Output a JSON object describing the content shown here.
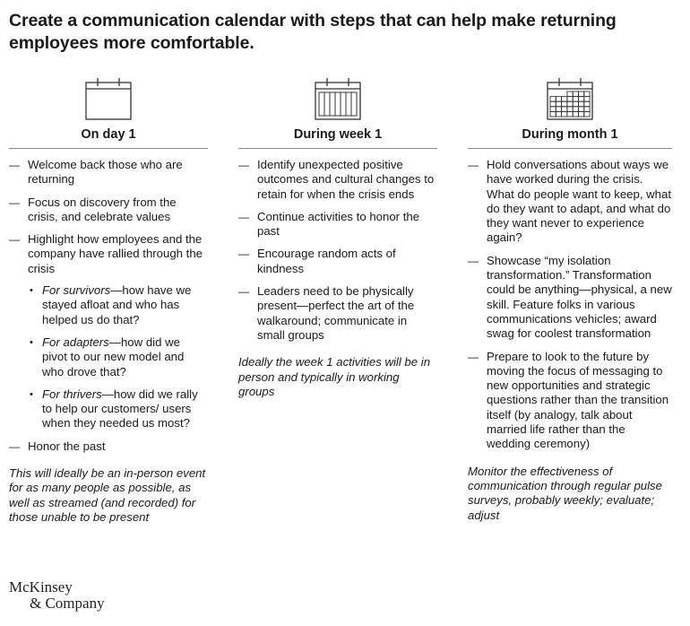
{
  "title": "Create a communication calendar with steps that can help make returning employees more comfortable.",
  "columns": [
    {
      "icon": "calendar-blank-icon",
      "heading": "On day 1",
      "items": [
        "Welcome back those who are returning",
        "Focus on discovery from the crisis, and celebrate values",
        "Highlight how employees and the company have rallied through the crisis",
        "Honor the past"
      ],
      "subitems": [
        {
          "label": "For survivors",
          "text": "—how have we stayed afloat and who has helped us do that?"
        },
        {
          "label": "For adapters",
          "text": "—how did we pivot to our new model and who drove that?"
        },
        {
          "label": "For thrivers",
          "text": "—how did we rally to help our customers/ users when they needed us most?"
        }
      ],
      "note": "This will ideally be an in-person event for as many people as possible, as well as streamed (and recorded) for those unable to be present"
    },
    {
      "icon": "calendar-week-icon",
      "heading": "During week 1",
      "items": [
        "Identify unexpected positive outcomes and cultural changes to retain for when the crisis ends",
        "Continue activities to honor the past",
        "Encourage random acts of kindness",
        "Leaders need to be physically present—perfect the art of the walkaround; communicate in small groups"
      ],
      "note": "Ideally the week 1 activities will be in person and typically in working groups"
    },
    {
      "icon": "calendar-month-icon",
      "heading": "During month 1",
      "items": [
        "Hold conversations about ways we have worked during the crisis. What do people want to keep, what do they want to adapt, and what do they want never to experience again?",
        "Showcase “my isolation transformation.” Transformation could be anything—physical, a new skill. Feature folks in various communications vehicles; award swag for coolest transformation",
        "Prepare to look to the future by moving the focus of messaging to new opportunities and strategic questions rather than the transition itself (by analogy, talk about married life rather than the wedding ceremony)"
      ],
      "note": "Monitor the effectiveness of communication through regular pulse surveys, probably weekly; evaluate; adjust"
    }
  ],
  "logo": {
    "line1": "McKinsey",
    "line2": "& Company"
  }
}
